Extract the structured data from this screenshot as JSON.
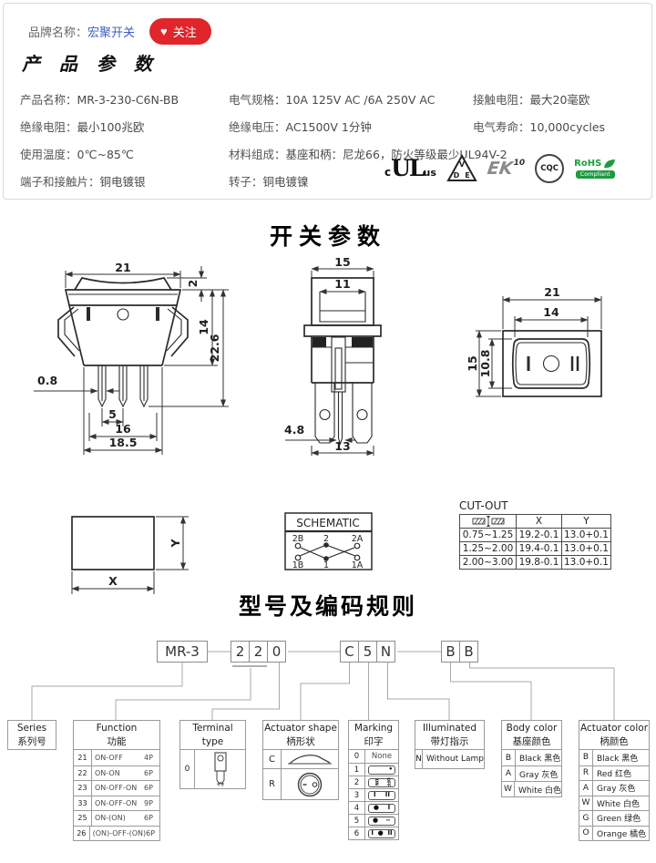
{
  "topbar": {
    "brand_label": "品牌名称：",
    "brand_name": "宏聚开关",
    "follow_heart": "♥",
    "follow_label": "关注"
  },
  "product": {
    "title": "产 品 参 数",
    "specs": [
      {
        "label": "产品名称：",
        "value": "MR-3-230-C6N-BB"
      },
      {
        "label": "电气规格：",
        "value": "10A 125V AC /6A 250V AC"
      },
      {
        "label": "接触电阻：",
        "value": "最大20毫欧"
      },
      {
        "label": "绝缘电阻：",
        "value": "最小100兆欧"
      },
      {
        "label": "绝缘电压：",
        "value": "AC1500V 1分钟"
      },
      {
        "label": "电气寿命：",
        "value": "10,000cycles"
      },
      {
        "label": "使用温度：",
        "value": "0℃~85℃"
      },
      {
        "label": "材料组成：",
        "value": "基座和柄：尼龙66，防火等级最少UL94V-2"
      },
      {
        "label": "端子和接触片：",
        "value": "铜电镀银"
      },
      {
        "label": "转子：",
        "value": "铜电镀镍"
      }
    ]
  },
  "certs": {
    "ul_c": "c",
    "ul_main": "UL",
    "ul_us": "us",
    "vde_v": "V",
    "vde_d": "D",
    "vde_e": "E",
    "ek": "EK",
    "ek_n": "10",
    "cqc": "CQC",
    "rohs": "RoHS",
    "rohs_sub": "Compliant"
  },
  "switch_section": {
    "title": "开关参数",
    "front": {
      "width_top": "21",
      "rocker": "2",
      "body": "14",
      "total": "22.6",
      "pin_t": "0.8",
      "pitch": "5",
      "span": "16",
      "base": "18.5"
    },
    "side": {
      "width": "15",
      "inner": "11",
      "tab": "4.8",
      "base": "13"
    },
    "top": {
      "width": "21",
      "inner": "14",
      "height": "15",
      "inner_h": "10.8"
    },
    "xy": {
      "x": "X",
      "y": "Y"
    },
    "schematic": {
      "title": "SCHEMATIC",
      "t1": "2B",
      "t2": "2",
      "t3": "2A",
      "b1": "1B",
      "b2": "1",
      "b3": "1A"
    },
    "cutout_table": {
      "title": "CUT-OUT",
      "col_x": "X",
      "col_y": "Y",
      "rows": [
        [
          "0.75~1.25",
          "19.2-0.1",
          "13.0+0.1"
        ],
        [
          "1.25~2.00",
          "19.4-0.1",
          "13.0+0.1"
        ],
        [
          "2.00~3.00",
          "19.8-0.1",
          "13.0+0.1"
        ]
      ]
    }
  },
  "coding": {
    "title": "型号及编码规则",
    "code": {
      "series": "MR-3",
      "d1": "2",
      "d2": "2",
      "d3": "0",
      "l1": "C",
      "l2": "5",
      "l3": "N",
      "c1": "B",
      "c2": "B"
    },
    "series": {
      "en": "Series",
      "cn": "系列号"
    },
    "function": {
      "en": "Function",
      "cn": "功能",
      "rows": [
        [
          "21",
          "ON-OFF",
          "4P"
        ],
        [
          "22",
          "ON-ON",
          "6P"
        ],
        [
          "23",
          "ON-OFF-ON",
          "6P"
        ],
        [
          "33",
          "ON-OFF-ON",
          "9P"
        ],
        [
          "25",
          "ON-(ON)",
          "6P"
        ],
        [
          "26",
          "(ON)-OFF-(ON)",
          "6P"
        ]
      ]
    },
    "terminal": {
      "en": "Terminal type",
      "cn": "端子种类",
      "code": "0",
      "dim": "4.8"
    },
    "actuator": {
      "en": "Actuator shape",
      "cn": "柄形状",
      "codes": [
        "C",
        "R"
      ]
    },
    "marking": {
      "en": "Marking",
      "cn": "印字",
      "rows": [
        {
          "code": "0",
          "text": "None"
        },
        {
          "code": "1",
          "g": [
            "•"
          ]
        },
        {
          "code": "2",
          "g": [
            "ON",
            "OFF"
          ]
        },
        {
          "code": "3",
          "g": [
            "I",
            "II"
          ]
        },
        {
          "code": "4",
          "g": [
            "●",
            "I"
          ]
        },
        {
          "code": "5",
          "g": [
            "●",
            "−"
          ]
        },
        {
          "code": "6",
          "g": [
            "I",
            "●",
            "II"
          ]
        }
      ]
    },
    "illuminated": {
      "en": "Illuminated",
      "cn": "带灯指示",
      "code": "N",
      "value": "Without Lamp"
    },
    "body_color": {
      "en": "Body color",
      "cn": "基座颜色",
      "rows": [
        [
          "B",
          "Black 黑色"
        ],
        [
          "A",
          "Gray 灰色"
        ],
        [
          "W",
          "White 白色"
        ]
      ]
    },
    "actuator_color": {
      "en": "Actuator color",
      "cn": "柄颜色",
      "rows": [
        [
          "B",
          "Black 黑色"
        ],
        [
          "R",
          "Red 红色"
        ],
        [
          "A",
          "Gray 灰色"
        ],
        [
          "W",
          "White 白色"
        ],
        [
          "G",
          "Green 绿色"
        ],
        [
          "O",
          "Orange 橘色"
        ]
      ]
    }
  }
}
